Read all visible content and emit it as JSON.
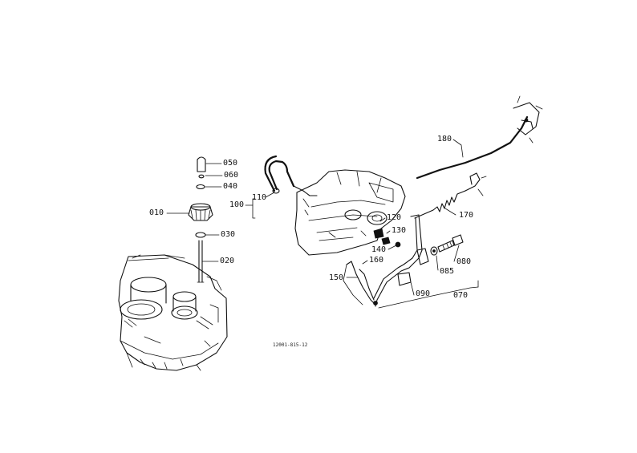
{
  "diagram": {
    "part_labels": {
      "p050": "050",
      "p060": "060",
      "p040": "040",
      "p010": "010",
      "p030": "030",
      "p020": "020",
      "p110": "110",
      "p100": "100",
      "p180": "180",
      "p170": "170",
      "p120": "120",
      "p130": "130",
      "p140": "140",
      "p160": "160",
      "p150": "150",
      "p080": "080",
      "p085": "085",
      "p090": "090",
      "p070": "070"
    },
    "reference_code": "12001-815-12"
  }
}
